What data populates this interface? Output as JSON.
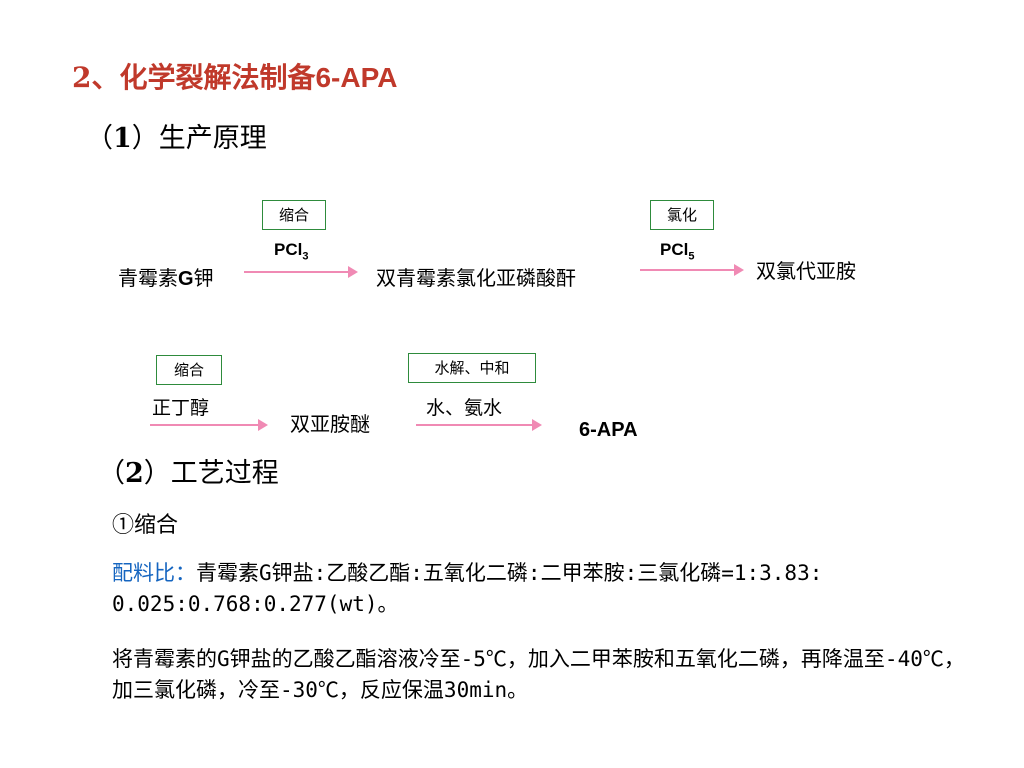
{
  "heading": {
    "prefix": "2、化学裂解法制备",
    "latin": "6-APA"
  },
  "section1": {
    "open": "（",
    "num": "1",
    "close": "）生产原理"
  },
  "reaction1": {
    "start": {
      "text": "青霉素",
      "latin": "G",
      "tail": "钾"
    },
    "step1": {
      "condition": "缩合",
      "reagent": "PCl",
      "sub": "3"
    },
    "intermediate": "双青霉素氯化亚磷酸酐",
    "step2": {
      "condition": "氯化",
      "reagent": "PCl",
      "sub": "5"
    },
    "product": "双氯代亚胺"
  },
  "reaction2": {
    "step1": {
      "condition": "缩合",
      "reagent": "正丁醇"
    },
    "intermediate": "双亚胺醚",
    "step2": {
      "condition": "水解、中和",
      "reagent": "水、氨水"
    },
    "product": "6-APA"
  },
  "section2": {
    "open": "（",
    "num": "2",
    "close": "）工艺过程"
  },
  "step_label": "①缩合",
  "ratio": {
    "label": "配料比：",
    "text": "青霉素G钾盐:乙酸乙酯:五氧化二磷:二甲苯胺:三氯化磷=1:3.83: 0.025:0.768:0.277(wt)。"
  },
  "procedure": "将青霉素的G钾盐的乙酸乙酯溶液冷至-5℃，加入二甲苯胺和五氧化二磷，再降温至-40℃，加三氯化磷，冷至-30℃，反应保温30min。",
  "colors": {
    "heading": "#c0392b",
    "box_border": "#2e8b3c",
    "arrow": "#f08ab4",
    "label_blue": "#1565c0"
  }
}
